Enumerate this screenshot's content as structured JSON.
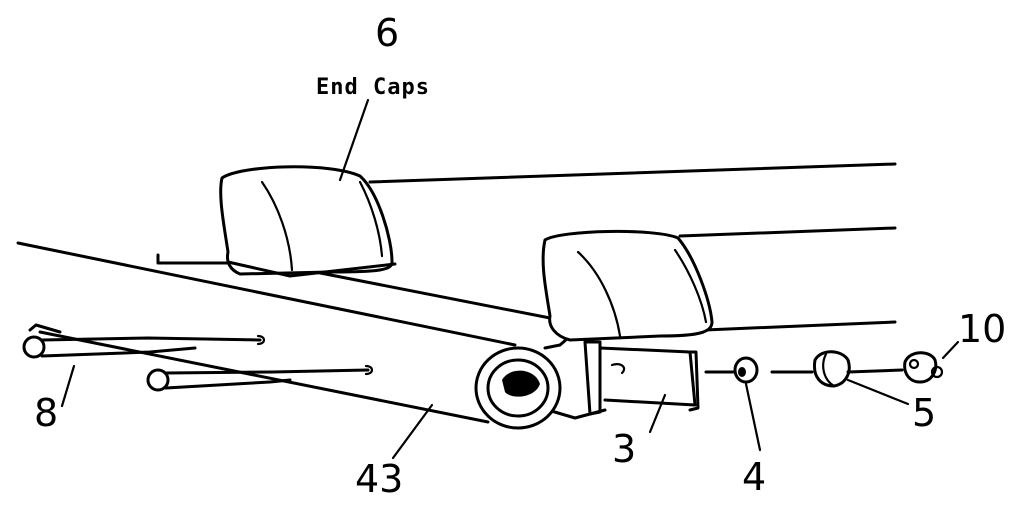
{
  "labels": {
    "end_caps_number": "6",
    "end_caps_caption": "End Caps",
    "pin_number": "8",
    "tube_number": "43",
    "bracket_number": "3",
    "washer_number": "4",
    "nut_number": "5",
    "cap_nut_number": "10"
  }
}
